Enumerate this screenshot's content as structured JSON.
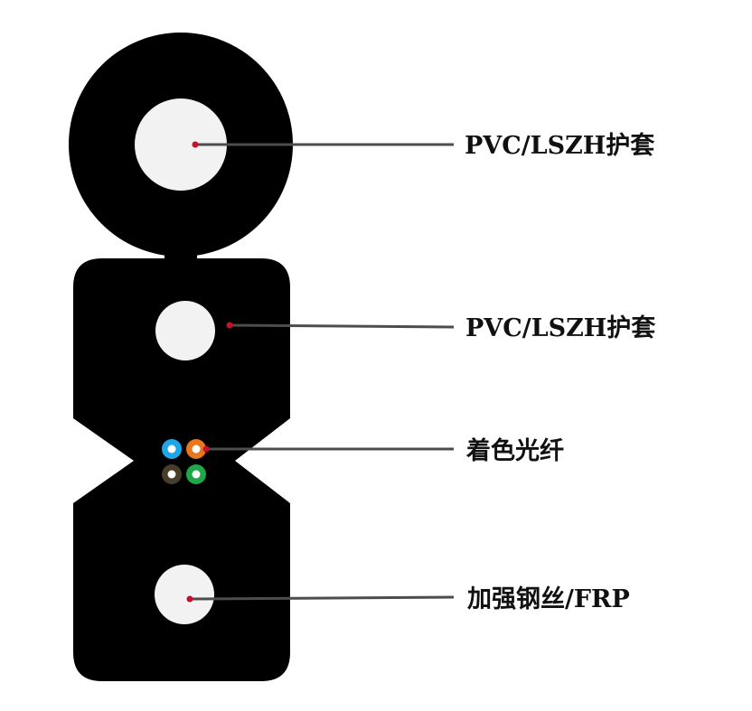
{
  "labels": {
    "outer_sheath": "PVC/LSZH护套",
    "inner_sheath": "PVC/LSZH护套",
    "colored_fiber": "着色光纤",
    "strength_member": "加强钢丝/FRP"
  },
  "fibers": [
    {
      "name": "blue-fiber",
      "color": "#1fa6e8"
    },
    {
      "name": "orange-fiber",
      "color": "#e8761c"
    },
    {
      "name": "brown-fiber",
      "color": "#4a3c2a"
    },
    {
      "name": "green-fiber",
      "color": "#1fa648"
    }
  ],
  "colors": {
    "jacket": "#000000",
    "wire": "#f2f2f2",
    "leader_line": "#4d4d4d",
    "marker_dot": "#c8102e",
    "fiber_core": "#ffffff"
  }
}
